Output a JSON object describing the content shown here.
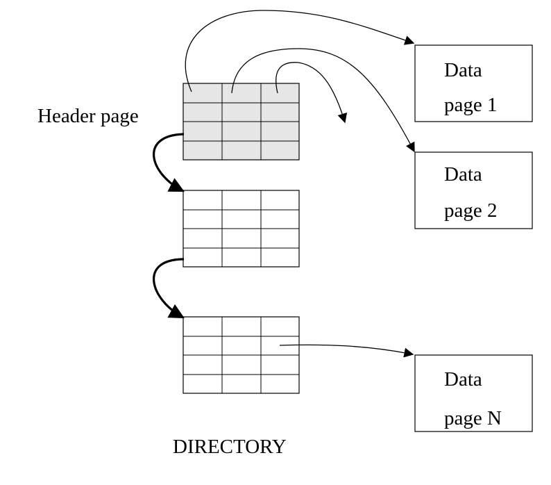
{
  "header_label": "Header page",
  "directory_label": "DIRECTORY",
  "data_pages": [
    {
      "line1": "Data",
      "line2": "page 1"
    },
    {
      "line1": "Data",
      "line2": "page 2"
    },
    {
      "line1": "Data",
      "line2": "page N"
    }
  ],
  "colors": {
    "header_fill": "#e6e6e6",
    "stroke": "#000000",
    "background": "#ffffff"
  }
}
